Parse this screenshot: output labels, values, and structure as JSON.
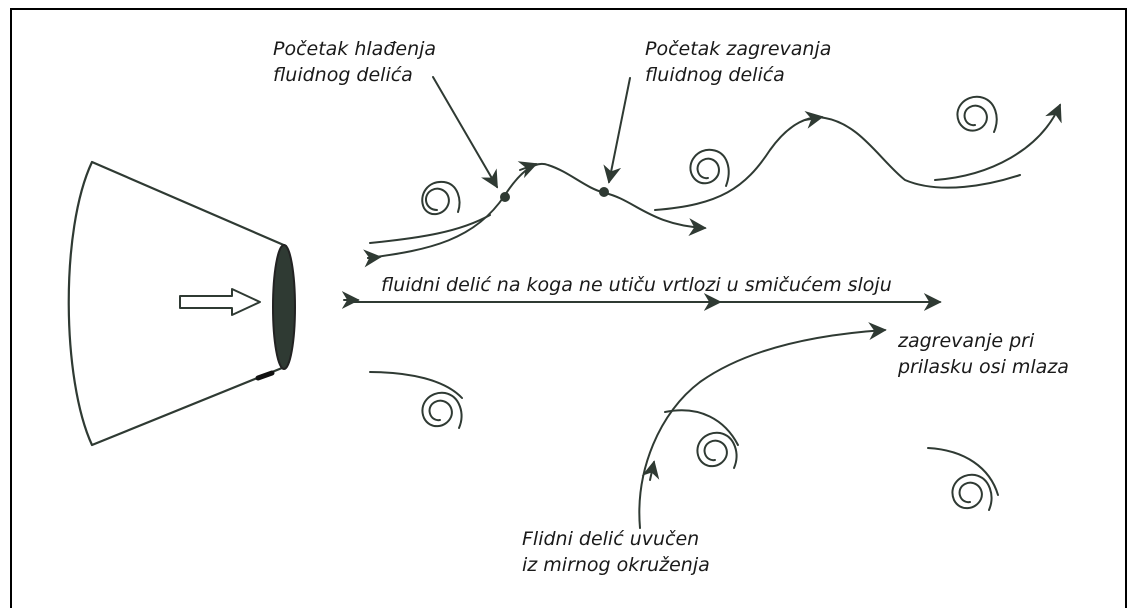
{
  "labels": {
    "cooling_start": [
      "Početak hlađenja",
      "fluidnog delića"
    ],
    "heating_start": [
      "Početak zagrevanja",
      "fluidnog delića"
    ],
    "unaffected_particle": "fluidni delić na koga ne utiču vrtlozi u smičućem sloju",
    "heating_near_axis": [
      "zagrevanje pri",
      "prilasku osi mlaza"
    ],
    "entrained_particle": [
      "Flidni delić uvučen",
      "iz mirnog okruženja"
    ]
  },
  "colors": {
    "line": "#2f3a33",
    "text": "#1a1a1a",
    "nozzle_exit_fill": "#555555",
    "frame": "#000000"
  }
}
